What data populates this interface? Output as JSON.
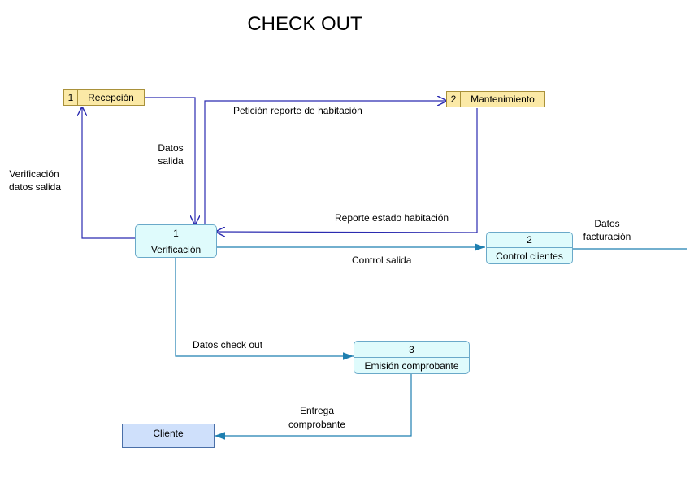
{
  "title": "CHECK OUT",
  "stores": {
    "recepcion": {
      "num": "1",
      "label": "Recepción"
    },
    "mantenimiento": {
      "num": "2",
      "label": "Mantenimiento"
    }
  },
  "processes": {
    "verificacion": {
      "id": "1",
      "label": "Verificación"
    },
    "control_clientes": {
      "id": "2",
      "label": "Control clientes"
    },
    "emision": {
      "id": "3",
      "label": "Emisión comprobante"
    }
  },
  "entities": {
    "cliente": "Cliente"
  },
  "flows": {
    "peticion": "Petición reporte de habitación",
    "datos_salida_1": "Datos",
    "datos_salida_2": "salida",
    "verificacion_1": "Verificación",
    "verificacion_2": "datos salida",
    "reporte": "Reporte estado habitación",
    "control_salida": "Control salida",
    "facturacion_1": "Datos",
    "facturacion_2": "facturación",
    "check_out": "Datos check out",
    "entrega_1": "Entrega",
    "entrega_2": "comprobante"
  },
  "colors": {
    "flow_line": "#2b2bb0",
    "flow_line_light": "#1e7fb0",
    "store_fill": "#fbe9a6",
    "process_fill": "#dffbfc",
    "entity_fill": "#cfe0fb"
  }
}
